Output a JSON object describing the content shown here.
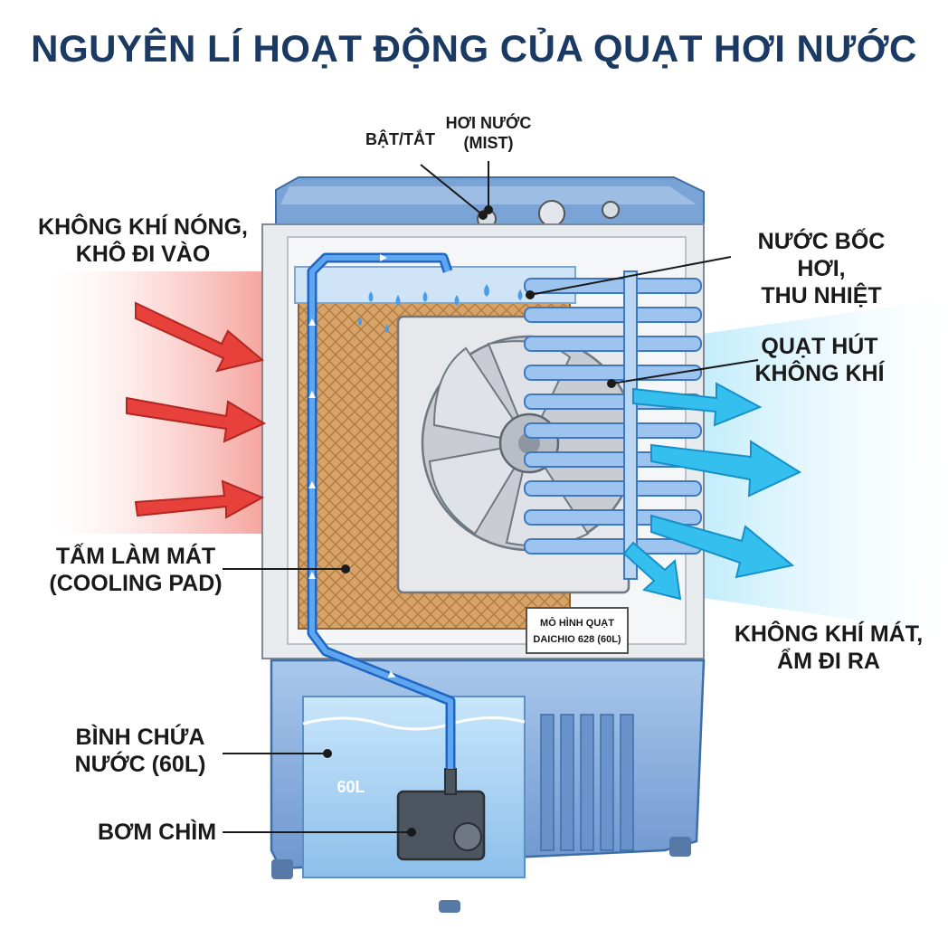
{
  "title": "NGUYÊN LÍ HOẠT ĐỘNG CỦA QUẠT HƠI NƯỚC",
  "labels": {
    "hot_air": [
      "KHÔNG KHÍ NÓNG,",
      "KHÔ ĐI VÀO"
    ],
    "on_off": "BẬT/TẮT",
    "mist": [
      "HƠI NƯỚC",
      "(MIST)"
    ],
    "evaporation": [
      "NƯỚC BỐC HƠI,",
      "THU NHIỆT"
    ],
    "fan": [
      "QUẠT HÚT",
      "KHÔNG KHÍ"
    ],
    "cooling_pad": [
      "TẤM LÀM MÁT",
      "(COOLING PAD)"
    ],
    "cool_air": [
      "KHÔNG KHÍ MÁT,",
      "ẨM ĐI RA"
    ],
    "tank": [
      "BÌNH CHỨA",
      "NƯỚC (60L)"
    ],
    "pump": "BƠM CHÌM"
  },
  "model_tag": [
    "MÔ HÌNH QUẠT",
    "DAICHIO 628 (60L)"
  ],
  "tank_volume": "60L",
  "colors": {
    "title": "#1b3a63",
    "body_blue": "#7aa3d6",
    "pad": "#d9a86a",
    "pipe": "#2f7fe0",
    "hot_arrow": "#e8403a",
    "cool_arrow": "#2fb8ee"
  }
}
